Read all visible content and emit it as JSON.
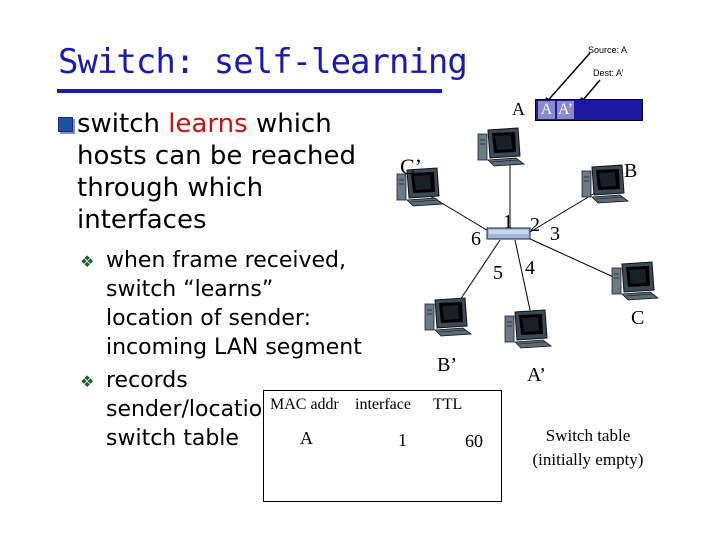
{
  "slide": {
    "title": "Switch: self-learning",
    "bullet1": {
      "pre": "switch ",
      "emph": "learns",
      "post": " which",
      "line2": "hosts can be reached",
      "line3": "through which",
      "line4": "interfaces"
    },
    "sub1": {
      "line1": "when frame received,",
      "line2": "switch “learns”",
      "line3": "location of sender:",
      "line4": "incoming LAN segment"
    },
    "sub2": {
      "line1": "records",
      "line2": "sender/location pair in",
      "line3": "switch table"
    }
  },
  "diagram": {
    "source_label": "Source: A",
    "dest_label": "Dest: A’",
    "frame": {
      "src": "A",
      "dst": "A’"
    },
    "hosts": {
      "A": "A",
      "B": "B",
      "C": "C",
      "Cp": "C’",
      "Bp": "B’",
      "Ap": "A’"
    },
    "ports": [
      "1",
      "2",
      "3",
      "4",
      "5",
      "6"
    ],
    "switch_table_caption_line1": "Switch table",
    "switch_table_caption_line2": "(initially empty)"
  },
  "table": {
    "headers": [
      "MAC addr",
      "interface",
      "TTL"
    ],
    "rows": [
      {
        "mac": "A",
        "interface": "1",
        "ttl": "60"
      }
    ]
  },
  "colors": {
    "title": "#1a1ab0",
    "emphasis": "#cc1010",
    "frame_bg": "#1a1aa0"
  }
}
